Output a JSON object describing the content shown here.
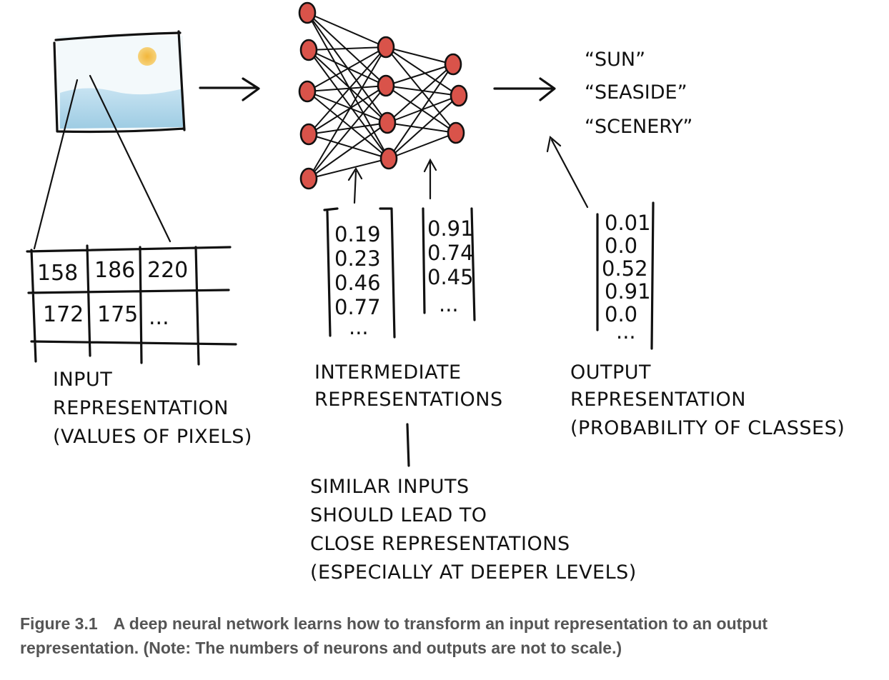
{
  "input": {
    "pixel_values": [
      "158",
      "186",
      "220",
      "172",
      "175",
      "..."
    ],
    "label_lines": [
      "INPUT",
      "REPRESENTATION",
      "(VALUES OF PIXELS)"
    ]
  },
  "intermediate": {
    "vector_1": [
      "0.19",
      "0.23",
      "0.46",
      "0.77",
      "..."
    ],
    "vector_2": [
      "0.91",
      "0.74",
      "0.45",
      "..."
    ],
    "label_lines": [
      "INTERMEDIATE",
      "REPRESENTATIONS"
    ]
  },
  "output": {
    "classes": [
      "“SUN”",
      "“SEASIDE”",
      "“SCENERY”"
    ],
    "vector": [
      "0.01",
      "0.0",
      "0.52",
      "0.91",
      "0.0",
      "..."
    ],
    "label_lines": [
      "OUTPUT",
      "REPRESENTATION",
      "(PROBABILITY OF CLASSES)"
    ]
  },
  "note_lines": [
    "SIMILAR INPUTS",
    "SHOULD LEAD TO",
    "CLOSE REPRESENTATIONS",
    "(ESPECIALLY AT DEEPER LEVELS)"
  ],
  "caption": {
    "label": "Figure 3.1",
    "text": "A deep neural network learns how to transform an input representation to an output representation. (Note: The numbers of neurons and outputs are not to scale.)"
  },
  "colors": {
    "neuron_fill": "#d9534a",
    "sky": "#cfe8ef",
    "sea": "#9ccbe3",
    "sun": "#f2b63a",
    "caption": "#555555"
  }
}
